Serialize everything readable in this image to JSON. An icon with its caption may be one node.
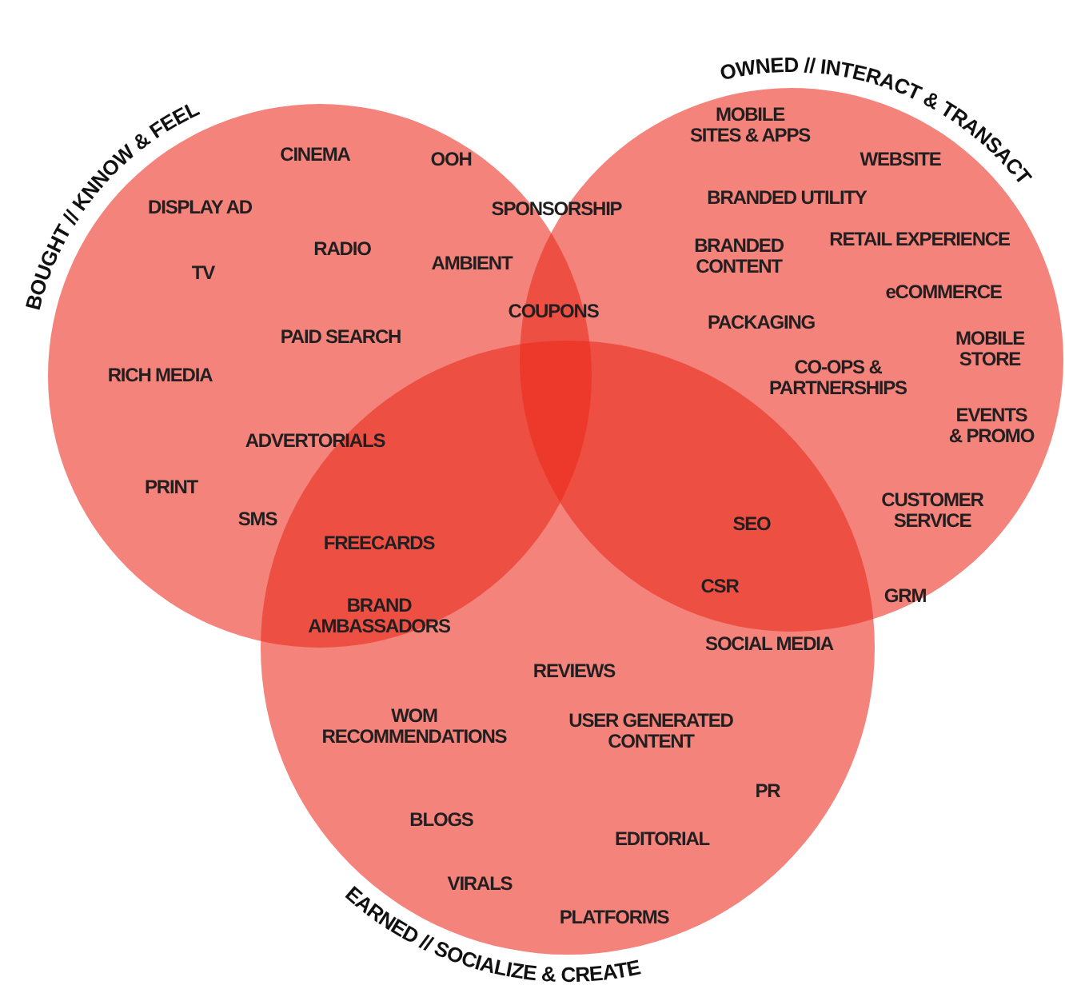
{
  "diagram": {
    "nodes": [
      {
        "text": [
          "BOUGHT // KNNOW & FEEL"
        ]
      },
      {
        "text": [
          "OWNED // INTERACT & TRANSACT"
        ]
      },
      {
        "text": [
          "EARNED // SOCIALIZE & CREATE"
        ]
      }
    ],
    "labels": [
      "CINEMA",
      "OOH",
      "MOBILE SITES & APPS",
      "WEBSITE",
      "DISPLAY AD",
      "SPONSORSHIP",
      "BRANDED UTILITY",
      "RADIO",
      "BRANDED CONTENT",
      "RETAIL EXPERIENCE",
      "TV",
      "AMBIENT",
      "eCOMMERCE",
      "COUPONS",
      "PACKAGING",
      "MOBILE STORE",
      "PAID SEARCH",
      "CO-OPS & PARTNERSHIPS",
      "RICH MEDIA",
      "EVENTS & PROMO",
      "ADVERTORIALS",
      "PRINT",
      "CUSTOMER SERVICE",
      "SMS",
      "SEO",
      "FREECARDS",
      "CSR",
      "GRM",
      "BRAND AMBASSADORS",
      "SOCIAL MEDIA",
      "REVIEWS",
      "WOM RECOMMENDATIONS",
      "USER GENERATED CONTENT",
      "PR",
      "BLOGS",
      "EDITORIAL",
      "VIRALS",
      "PLATFORMS"
    ]
  }
}
